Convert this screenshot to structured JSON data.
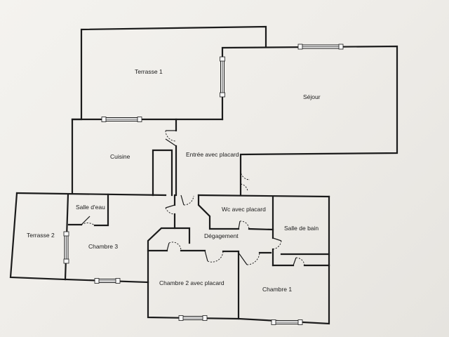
{
  "plan": {
    "rooms": [
      {
        "id": "terrasse-1",
        "label": "Terrasse 1"
      },
      {
        "id": "sejour",
        "label": "Séjour"
      },
      {
        "id": "cuisine",
        "label": "Cuisine"
      },
      {
        "id": "entree",
        "label": "Entrée avec placard"
      },
      {
        "id": "salle-deau",
        "label": "Salle d'eau"
      },
      {
        "id": "terrasse-2",
        "label": "Terrasse 2"
      },
      {
        "id": "chambre-3",
        "label": "Chambre 3"
      },
      {
        "id": "wc",
        "label": "Wc avec placard"
      },
      {
        "id": "salle-de-bain",
        "label": "Salle de bain"
      },
      {
        "id": "degagement",
        "label": "Dégagement"
      },
      {
        "id": "chambre-2",
        "label": "Chambre 2 avec placard"
      },
      {
        "id": "chambre-1",
        "label": "Chambre 1"
      }
    ]
  }
}
